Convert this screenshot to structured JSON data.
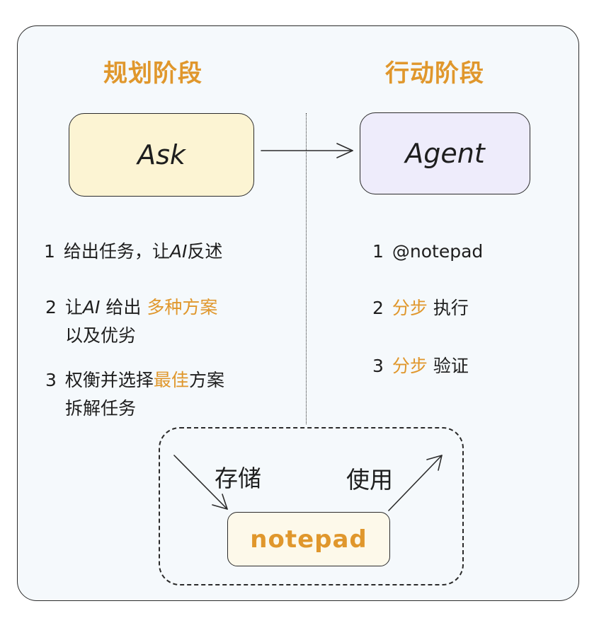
{
  "planning": {
    "title": "规划阶段",
    "box_label": "Ask",
    "steps": [
      {
        "num": "1",
        "parts": [
          {
            "text": "给出任务，让",
            "style": "plain"
          },
          {
            "text": "AI",
            "style": "italic"
          },
          {
            "text": "反述",
            "style": "plain"
          }
        ],
        "continuation": ""
      },
      {
        "num": "2",
        "parts": [
          {
            "text": "让",
            "style": "plain"
          },
          {
            "text": "AI",
            "style": "italic"
          },
          {
            "text": " 给出 ",
            "style": "plain"
          },
          {
            "text": "多种方案",
            "style": "highlight"
          }
        ],
        "continuation": "以及优劣"
      },
      {
        "num": "3",
        "parts": [
          {
            "text": "权衡并选择",
            "style": "plain"
          },
          {
            "text": "最佳",
            "style": "highlight"
          },
          {
            "text": "方案",
            "style": "plain"
          }
        ],
        "continuation": "拆解任务"
      }
    ]
  },
  "action": {
    "title": "行动阶段",
    "box_label": "Agent",
    "steps": [
      {
        "num": "1",
        "parts": [
          {
            "text": "@notepad",
            "style": "plain"
          }
        ],
        "continuation": ""
      },
      {
        "num": "2",
        "parts": [
          {
            "text": "分步",
            "style": "highlight"
          },
          {
            "text": " 执行",
            "style": "plain"
          }
        ],
        "continuation": ""
      },
      {
        "num": "3",
        "parts": [
          {
            "text": "分步",
            "style": "highlight"
          },
          {
            "text": " 验证",
            "style": "plain"
          }
        ],
        "continuation": ""
      }
    ]
  },
  "notepad": {
    "store_label": "存储",
    "use_label": "使用",
    "box_label": "notepad"
  },
  "colors": {
    "accent": "#e0972c",
    "ask_fill": "#fcf4d3",
    "agent_fill": "#eeecfb",
    "notepad_fill": "#fdf9ea",
    "background": "#f5f9fc",
    "stroke": "#2b2b2b"
  }
}
